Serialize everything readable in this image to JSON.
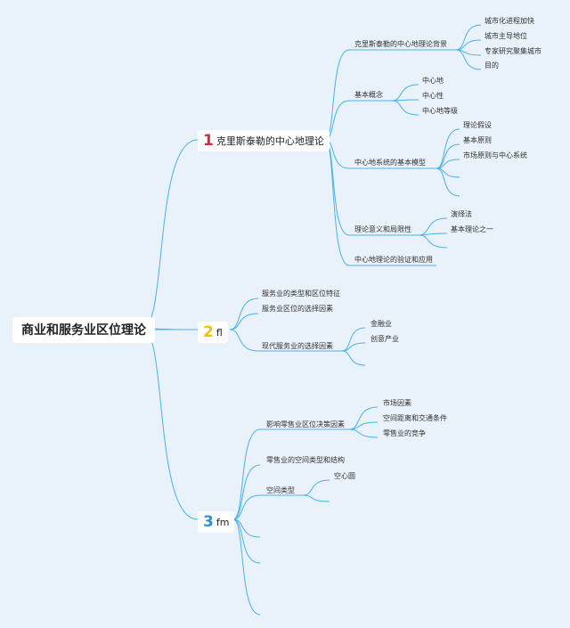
{
  "root": {
    "label": "商业和服务业区位理论"
  },
  "branches": [
    {
      "number": "1",
      "label": "克里斯泰勒的中心地理论",
      "children": [
        {
          "label": "克里斯泰勒的中心地理论背景",
          "children": [
            "城市化进程加快",
            "城市主导地位",
            "专家研究聚集城市",
            "目的"
          ]
        },
        {
          "label": "基本概念",
          "children": [
            "中心地",
            "中心性",
            "中心地等级"
          ]
        },
        {
          "label": "中心地系统的基本模型",
          "children": [
            "理论假设",
            "基本原则",
            "市场原则与中心系统"
          ]
        },
        {
          "label": "理论意义和局限性",
          "children": [
            "演绎法",
            "基本理论之一"
          ]
        },
        {
          "label": "中心地理论的验证和应用",
          "children": []
        }
      ]
    },
    {
      "number": "2",
      "label": "fl",
      "children": [
        {
          "label": "服务业的类型和区位特征",
          "children": []
        },
        {
          "label": "服务业区位的选择因素",
          "children": []
        },
        {
          "label": "现代服务业的选择因素",
          "children": [
            "金融业",
            "创意产业"
          ]
        }
      ]
    },
    {
      "number": "3",
      "label": "fm",
      "children": [
        {
          "label": "影响零售业区位决策因素",
          "children": [
            "市场因素",
            "空间距离和交通条件",
            "零售业的竞争"
          ]
        },
        {
          "label": "零售业的空间类型和结构",
          "children": []
        },
        {
          "label": "空间类型",
          "children": [
            "空心圆"
          ]
        }
      ]
    }
  ]
}
